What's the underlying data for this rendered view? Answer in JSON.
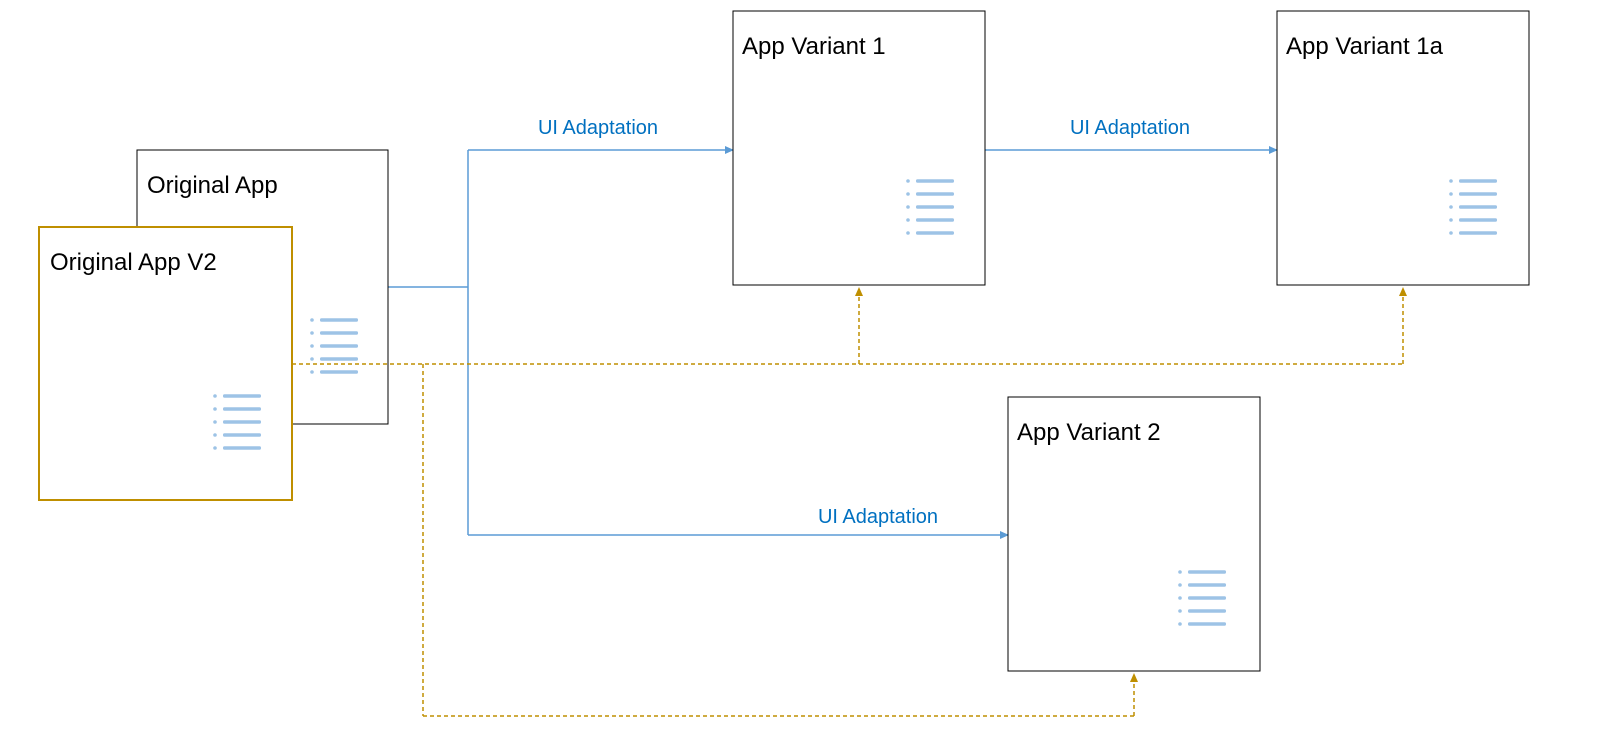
{
  "colors": {
    "box_border": "#000000",
    "highlight_border": "#bf8f00",
    "adaptation_line": "#5b9bd5",
    "adaptation_text": "#0070c0",
    "upgrade_line": "#bf8f00",
    "list_icon": "#9dc3e6"
  },
  "boxes": {
    "original_app": {
      "label": "Original App",
      "icon": "list-icon"
    },
    "original_app_v2": {
      "label": "Original App V2",
      "icon": "list-icon"
    },
    "app_variant_1": {
      "label": "App Variant 1",
      "icon": "list-icon"
    },
    "app_variant_1a": {
      "label": "App Variant 1a",
      "icon": "list-icon"
    },
    "app_variant_2": {
      "label": "App Variant 2",
      "icon": "list-icon"
    }
  },
  "edges": {
    "to_variant_1": {
      "label": "UI Adaptation",
      "style": "solid"
    },
    "to_variant_1a": {
      "label": "UI Adaptation",
      "style": "solid"
    },
    "to_variant_2": {
      "label": "UI Adaptation",
      "style": "solid"
    },
    "v2_upgrade": {
      "style": "dashed"
    }
  }
}
